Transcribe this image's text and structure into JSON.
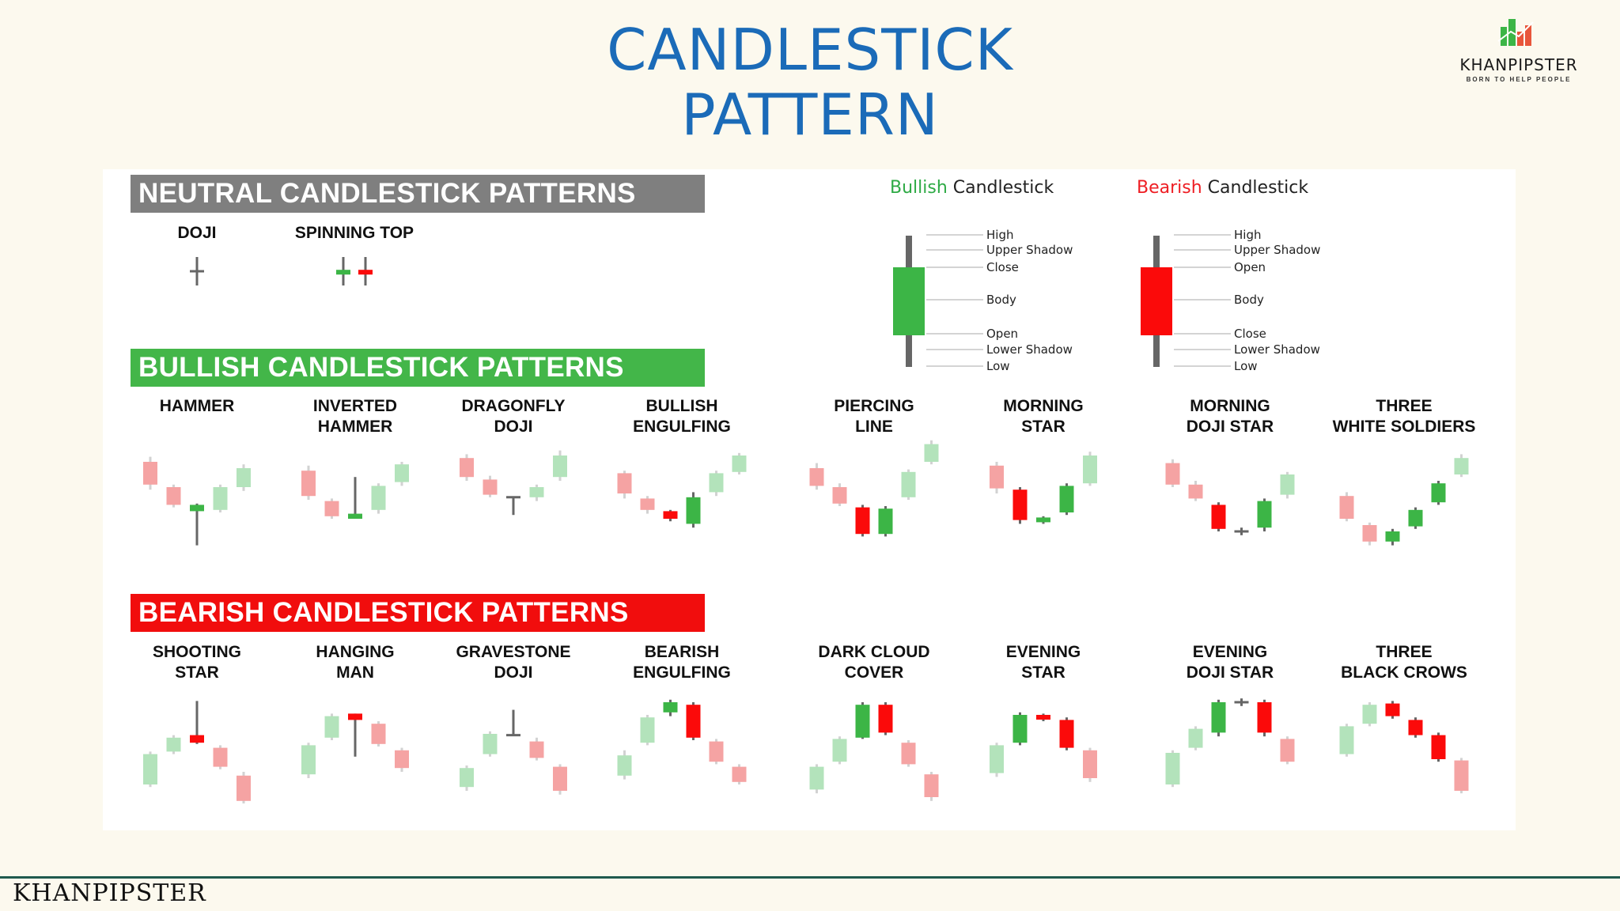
{
  "title_line1": "CANDLESTICK",
  "title_line2": "PATTERN",
  "logo": {
    "name": "KHANPIPSTER",
    "tagline": "BORN TO HELP PEOPLE",
    "icon": "bar-chart-logo-icon"
  },
  "footer": "KHANPIPSTER",
  "colors": {
    "bull": "#3cb546",
    "bear": "#fb0a0a",
    "bull_light": "#b3e3bb",
    "bear_light": "#f5a3a3",
    "wick": "#666666",
    "title": "#1b6bb8"
  },
  "sections": {
    "neutral": "NEUTRAL CANDLESTICK PATTERNS",
    "bullish": "BULLISH CANDLESTICK PATTERNS",
    "bearish": "BEARISH CANDLESTICK PATTERNS"
  },
  "legend": {
    "bullish": {
      "word": "Bullish",
      "rest": " Candlestick"
    },
    "bearish": {
      "word": "Bearish",
      "rest": " Candlestick"
    },
    "bullish_labels": [
      "High",
      "Upper Shadow",
      "Close",
      "Body",
      "Open",
      "Lower Shadow",
      "Low"
    ],
    "bearish_labels": [
      "High",
      "Upper Shadow",
      "Open",
      "Body",
      "Close",
      "Lower Shadow",
      "Low"
    ]
  },
  "neutral_patterns": [
    {
      "name": "DOJI",
      "candles": [
        [
          "d",
          2,
          2,
          0,
          4
        ]
      ]
    },
    {
      "name": "SPINNING TOP",
      "candles": [
        [
          "G",
          2,
          2.2,
          0,
          4
        ],
        [
          "R",
          2.2,
          2,
          0,
          4
        ]
      ]
    }
  ],
  "bullish_patterns": [
    {
      "name": "HAMMER",
      "candles": [
        [
          "r",
          80,
          62,
          84,
          58
        ],
        [
          "r",
          60,
          46,
          62,
          44
        ],
        [
          "G",
          46,
          41,
          14,
          47
        ],
        [
          "g",
          42,
          60,
          40,
          62
        ],
        [
          "g",
          60,
          75,
          57,
          78
        ]
      ]
    },
    {
      "name": "INVERTED\nHAMMER",
      "candles": [
        [
          "r",
          73,
          53,
          77,
          50
        ],
        [
          "r",
          49,
          37,
          51,
          35
        ],
        [
          "G",
          35,
          39,
          35,
          68
        ],
        [
          "g",
          42,
          61,
          39,
          63
        ],
        [
          "g",
          64,
          78,
          61,
          80
        ]
      ]
    },
    {
      "name": "DRAGONFLY\nDOJI",
      "candles": [
        [
          "r",
          83,
          68,
          86,
          65
        ],
        [
          "r",
          66,
          54,
          69,
          52
        ],
        [
          "d",
          52,
          52,
          38,
          52
        ],
        [
          "g",
          52,
          60,
          49,
          62
        ],
        [
          "g",
          68,
          85,
          65,
          89
        ]
      ]
    },
    {
      "name": "BULLISH\nENGULFING",
      "candles": [
        [
          "r",
          71,
          55,
          73,
          51
        ],
        [
          "r",
          51,
          42,
          53,
          39
        ],
        [
          "R",
          41,
          35,
          42,
          33
        ],
        [
          "G",
          31,
          52,
          28,
          56
        ],
        [
          "g",
          56,
          71,
          53,
          73
        ],
        [
          "g",
          72,
          85,
          70,
          87
        ]
      ]
    },
    {
      "name": "PIERCING\nLINE",
      "candles": [
        [
          "r",
          75,
          61,
          79,
          58
        ],
        [
          "r",
          60,
          47,
          63,
          45
        ],
        [
          "R",
          44,
          23,
          46,
          21
        ],
        [
          "G",
          23,
          43,
          21,
          45
        ],
        [
          "g",
          52,
          72,
          50,
          74
        ],
        [
          "g",
          80,
          94,
          78,
          97
        ]
      ]
    },
    {
      "name": "MORNING\nSTAR",
      "candles": [
        [
          "r",
          77,
          59,
          80,
          55
        ],
        [
          "R",
          58,
          34,
          60,
          31
        ],
        [
          "G",
          34,
          36,
          31,
          37
        ],
        [
          "G",
          40,
          61,
          38,
          63
        ],
        [
          "g",
          63,
          85,
          61,
          88
        ]
      ]
    },
    {
      "name": "MORNING\nDOJI STAR",
      "candles": [
        [
          "r",
          79,
          62,
          82,
          60
        ],
        [
          "r",
          62,
          51,
          65,
          49
        ],
        [
          "R",
          46,
          27,
          48,
          25
        ],
        [
          "d",
          25,
          25,
          22,
          28
        ],
        [
          "G",
          28,
          49,
          25,
          51
        ],
        [
          "g",
          54,
          70,
          51,
          72
        ]
      ]
    },
    {
      "name": "THREE\nWHITE SOLDIERS",
      "candles": [
        [
          "r",
          53,
          35,
          56,
          33
        ],
        [
          "r",
          30,
          17,
          32,
          14
        ],
        [
          "G",
          17,
          25,
          14,
          27
        ],
        [
          "G",
          29,
          42,
          27,
          44
        ],
        [
          "G",
          48,
          63,
          46,
          65
        ],
        [
          "g",
          70,
          83,
          68,
          86
        ]
      ]
    }
  ],
  "bearish_patterns": [
    {
      "name": "SHOOTING\nSTAR",
      "candles": [
        [
          "g",
          25,
          49,
          23,
          51
        ],
        [
          "g",
          51,
          62,
          49,
          64
        ],
        [
          "R",
          64,
          58,
          91,
          57
        ],
        [
          "r",
          54,
          39,
          56,
          37
        ],
        [
          "r",
          32,
          12,
          35,
          10
        ]
      ]
    },
    {
      "name": "HANGING\nMAN",
      "candles": [
        [
          "g",
          33,
          56,
          30,
          58
        ],
        [
          "g",
          62,
          79,
          60,
          81
        ],
        [
          "R",
          81,
          76,
          81,
          47
        ],
        [
          "r",
          73,
          57,
          75,
          55
        ],
        [
          "r",
          52,
          38,
          54,
          35
        ]
      ]
    },
    {
      "name": "GRAVESTONE\nDOJI",
      "candles": [
        [
          "g",
          23,
          38,
          20,
          40
        ],
        [
          "g",
          49,
          65,
          47,
          67
        ],
        [
          "d",
          64,
          64,
          64,
          84
        ],
        [
          "r",
          59,
          46,
          62,
          44
        ],
        [
          "r",
          39,
          20,
          41,
          17
        ]
      ]
    },
    {
      "name": "BEARISH\nENGULFING",
      "candles": [
        [
          "g",
          32,
          48,
          29,
          52
        ],
        [
          "g",
          58,
          78,
          56,
          80
        ],
        [
          "G",
          82,
          90,
          79,
          92
        ],
        [
          "R",
          88,
          62,
          90,
          60
        ],
        [
          "r",
          59,
          43,
          61,
          41
        ],
        [
          "r",
          39,
          27,
          41,
          25
        ]
      ]
    },
    {
      "name": "DARK CLOUD\nCOVER",
      "candles": [
        [
          "g",
          21,
          39,
          18,
          41
        ],
        [
          "g",
          43,
          61,
          41,
          63
        ],
        [
          "G",
          62,
          88,
          61,
          90
        ],
        [
          "R",
          88,
          66,
          90,
          64
        ],
        [
          "r",
          58,
          41,
          60,
          39
        ],
        [
          "r",
          33,
          15,
          35,
          12
        ]
      ]
    },
    {
      "name": "EVENING\nSTAR",
      "candles": [
        [
          "g",
          34,
          56,
          31,
          58
        ],
        [
          "G",
          58,
          80,
          56,
          82
        ],
        [
          "R",
          80,
          77,
          81,
          75
        ],
        [
          "R",
          76,
          54,
          78,
          52
        ],
        [
          "r",
          52,
          30,
          54,
          27
        ]
      ]
    },
    {
      "name": "EVENING\nDOJI STAR",
      "candles": [
        [
          "g",
          25,
          50,
          23,
          52
        ],
        [
          "g",
          54,
          69,
          52,
          71
        ],
        [
          "G",
          66,
          90,
          63,
          92
        ],
        [
          "d",
          90,
          90,
          87,
          93
        ],
        [
          "R",
          90,
          66,
          92,
          63
        ],
        [
          "r",
          61,
          43,
          63,
          41
        ]
      ]
    },
    {
      "name": "THREE\nBLACK CROWS",
      "candles": [
        [
          "g",
          49,
          71,
          47,
          73
        ],
        [
          "g",
          73,
          88,
          71,
          90
        ],
        [
          "R",
          89,
          79,
          91,
          77
        ],
        [
          "R",
          76,
          64,
          78,
          62
        ],
        [
          "R",
          64,
          45,
          66,
          43
        ],
        [
          "r",
          44,
          20,
          46,
          18
        ]
      ]
    }
  ]
}
